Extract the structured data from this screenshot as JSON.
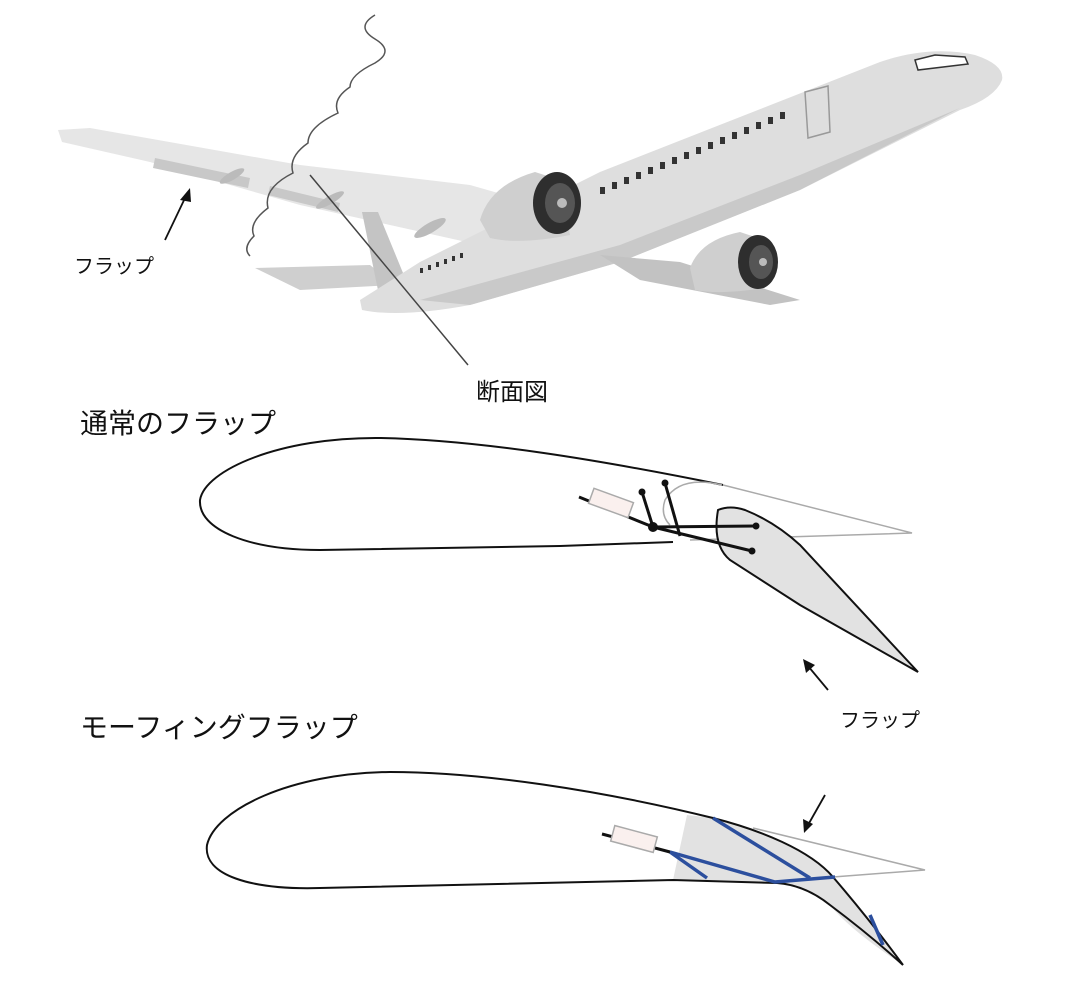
{
  "labels": {
    "flap_top": "フラップ",
    "cross_section": "断面図",
    "conventional_flap_title": "通常のフラップ",
    "morphing_flap_title": "モーフィングフラップ",
    "flap_middle": "フラップ"
  },
  "colors": {
    "outline": "#111111",
    "morphing_structure": "#2c4f9e",
    "flap_fill": "#e2e2e2",
    "airplane_body": "#d9d9d9"
  }
}
